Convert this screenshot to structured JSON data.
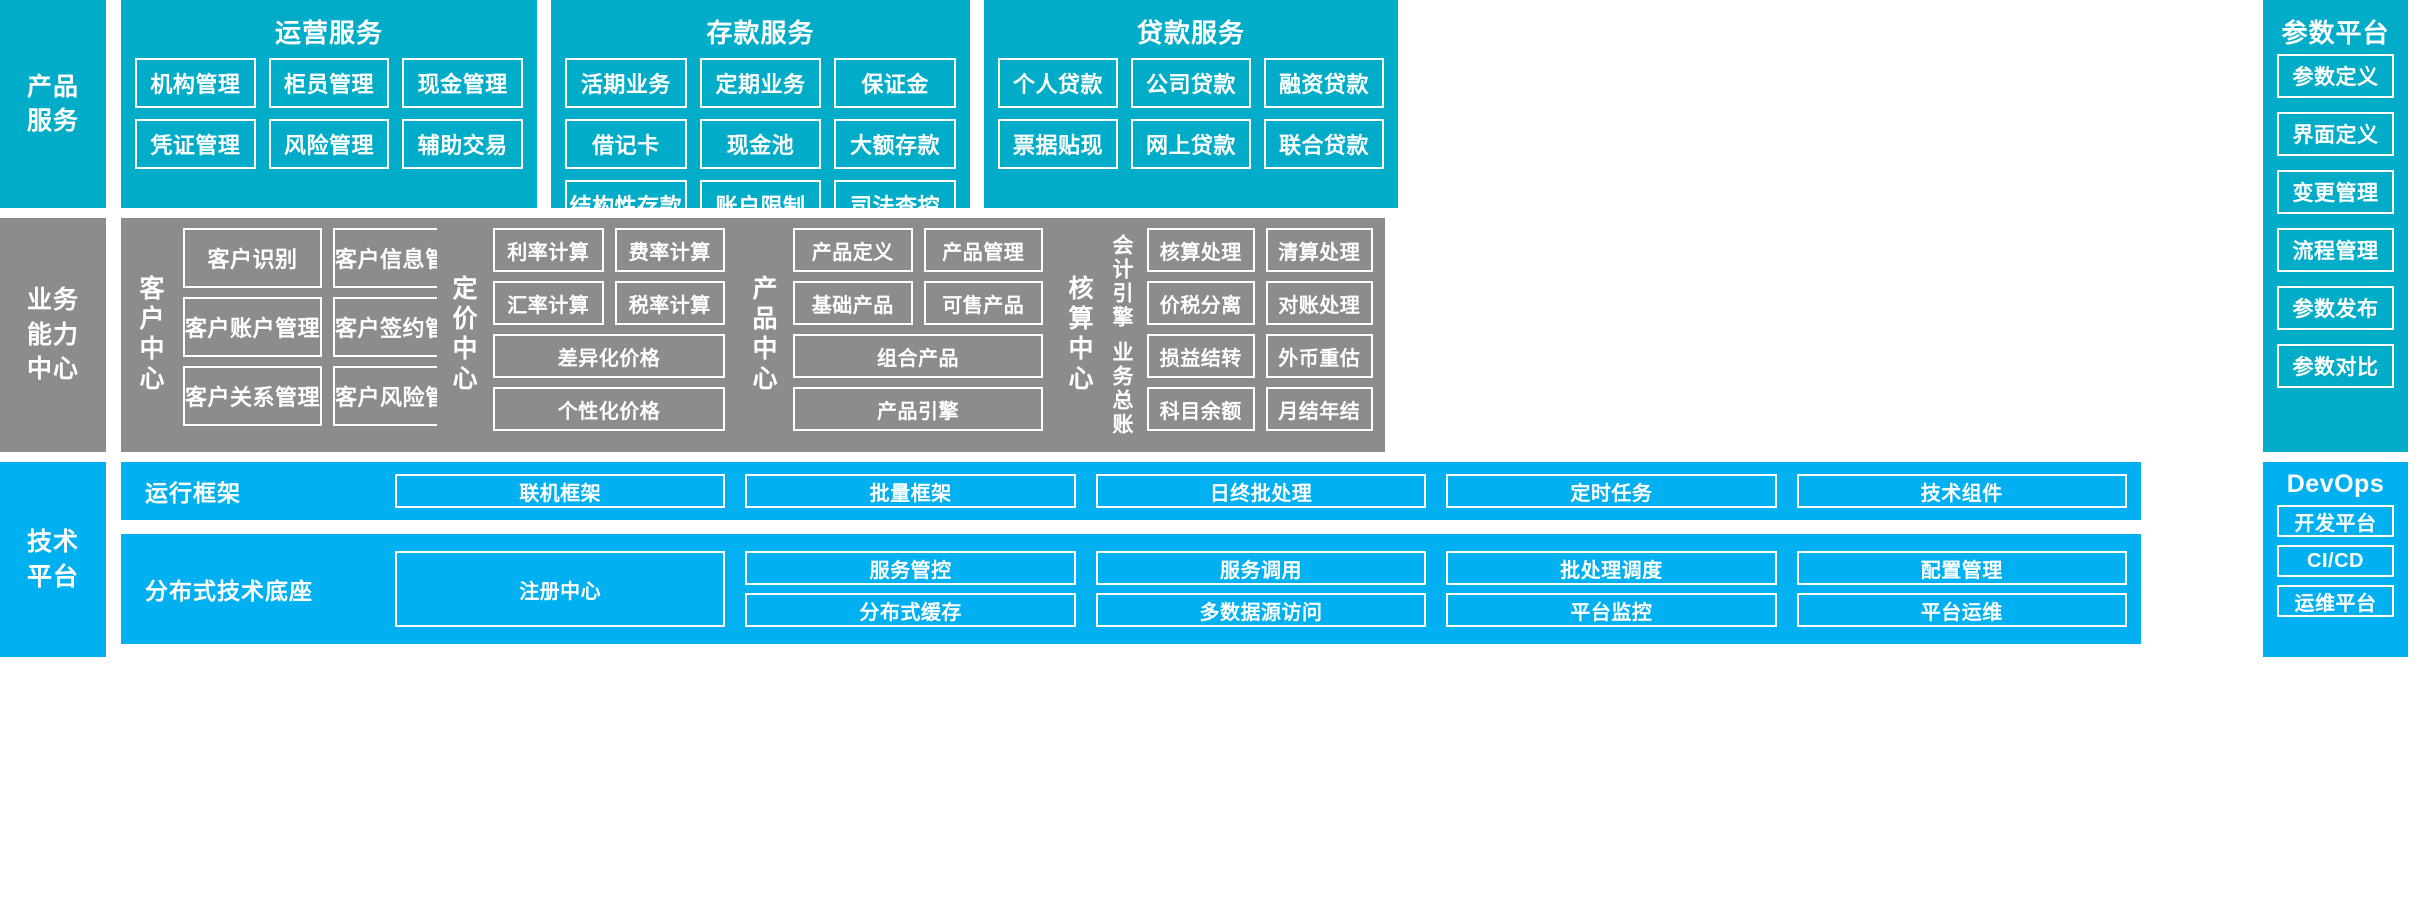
{
  "rails": {
    "product_service": "产品\n服务",
    "product_service_lines": [
      "产品",
      "服务"
    ],
    "business_capability_lines": [
      "业务",
      "能力",
      "中心"
    ],
    "tech_platform_lines": [
      "技术",
      "平台"
    ]
  },
  "top": {
    "operation": {
      "title": "运营服务",
      "tiles": [
        "机构管理",
        "柜员管理",
        "现金管理",
        "凭证管理",
        "风险管理",
        "辅助交易"
      ]
    },
    "deposit": {
      "title": "存款服务",
      "tiles": [
        "活期业务",
        "定期业务",
        "保证金",
        "借记卡",
        "现金池",
        "大额存款",
        "结构性存款",
        "账户限制",
        "司法查控"
      ]
    },
    "loan": {
      "title": "贷款服务",
      "tiles": [
        "个人贷款",
        "公司贷款",
        "融资贷款",
        "票据贴现",
        "网上贷款",
        "联合贷款"
      ]
    }
  },
  "middle": {
    "customer": {
      "label": "客户中心",
      "pair": [
        "客户识别",
        "客户信息管理",
        "客户账户管理",
        "客户签约管理",
        "客户关系管理",
        "客户风险管理"
      ]
    },
    "pricing": {
      "label": "定价中心",
      "pair": [
        "利率计算",
        "费率计算",
        "汇率计算",
        "税率计算"
      ],
      "wide": [
        "差异化价格",
        "个性化价格"
      ]
    },
    "product": {
      "label": "产品中心",
      "pair": [
        "产品定义",
        "产品管理",
        "基础产品",
        "可售产品"
      ],
      "wide": [
        "组合产品",
        "产品引擎"
      ]
    },
    "accounting": {
      "label": "核算中心",
      "sub_label_1": "会计引擎",
      "sub_label_2": "业务总账",
      "group1": [
        "核算处理",
        "清算处理",
        "价税分离",
        "对账处理"
      ],
      "group2": [
        "损益结转",
        "外币重估",
        "科目余额",
        "月结年结"
      ]
    }
  },
  "bottom": {
    "runtime": {
      "name": "运行框架",
      "tiles": [
        "联机框架",
        "批量框架",
        "日终批处理",
        "定时任务",
        "技术组件"
      ]
    },
    "base": {
      "name": "分布式技术底座",
      "registry": "注册中心",
      "tiles": [
        "服务管控",
        "服务调用",
        "批处理调度",
        "配置管理",
        "分布式缓存",
        "多数据源访问",
        "平台监控",
        "平台运维"
      ]
    }
  },
  "right": {
    "param_platform": {
      "title": "参数平台",
      "tiles": [
        "参数定义",
        "界面定义",
        "变更管理",
        "流程管理",
        "参数发布",
        "参数对比"
      ]
    },
    "devops": {
      "title": "DevOps",
      "tiles": [
        "开发平台",
        "CI/CD",
        "运维平台"
      ]
    }
  },
  "colors": {
    "teal": "#00acc8",
    "gray": "#8c8c8c",
    "bright_blue": "#00b0f0",
    "white": "#ffffff"
  }
}
